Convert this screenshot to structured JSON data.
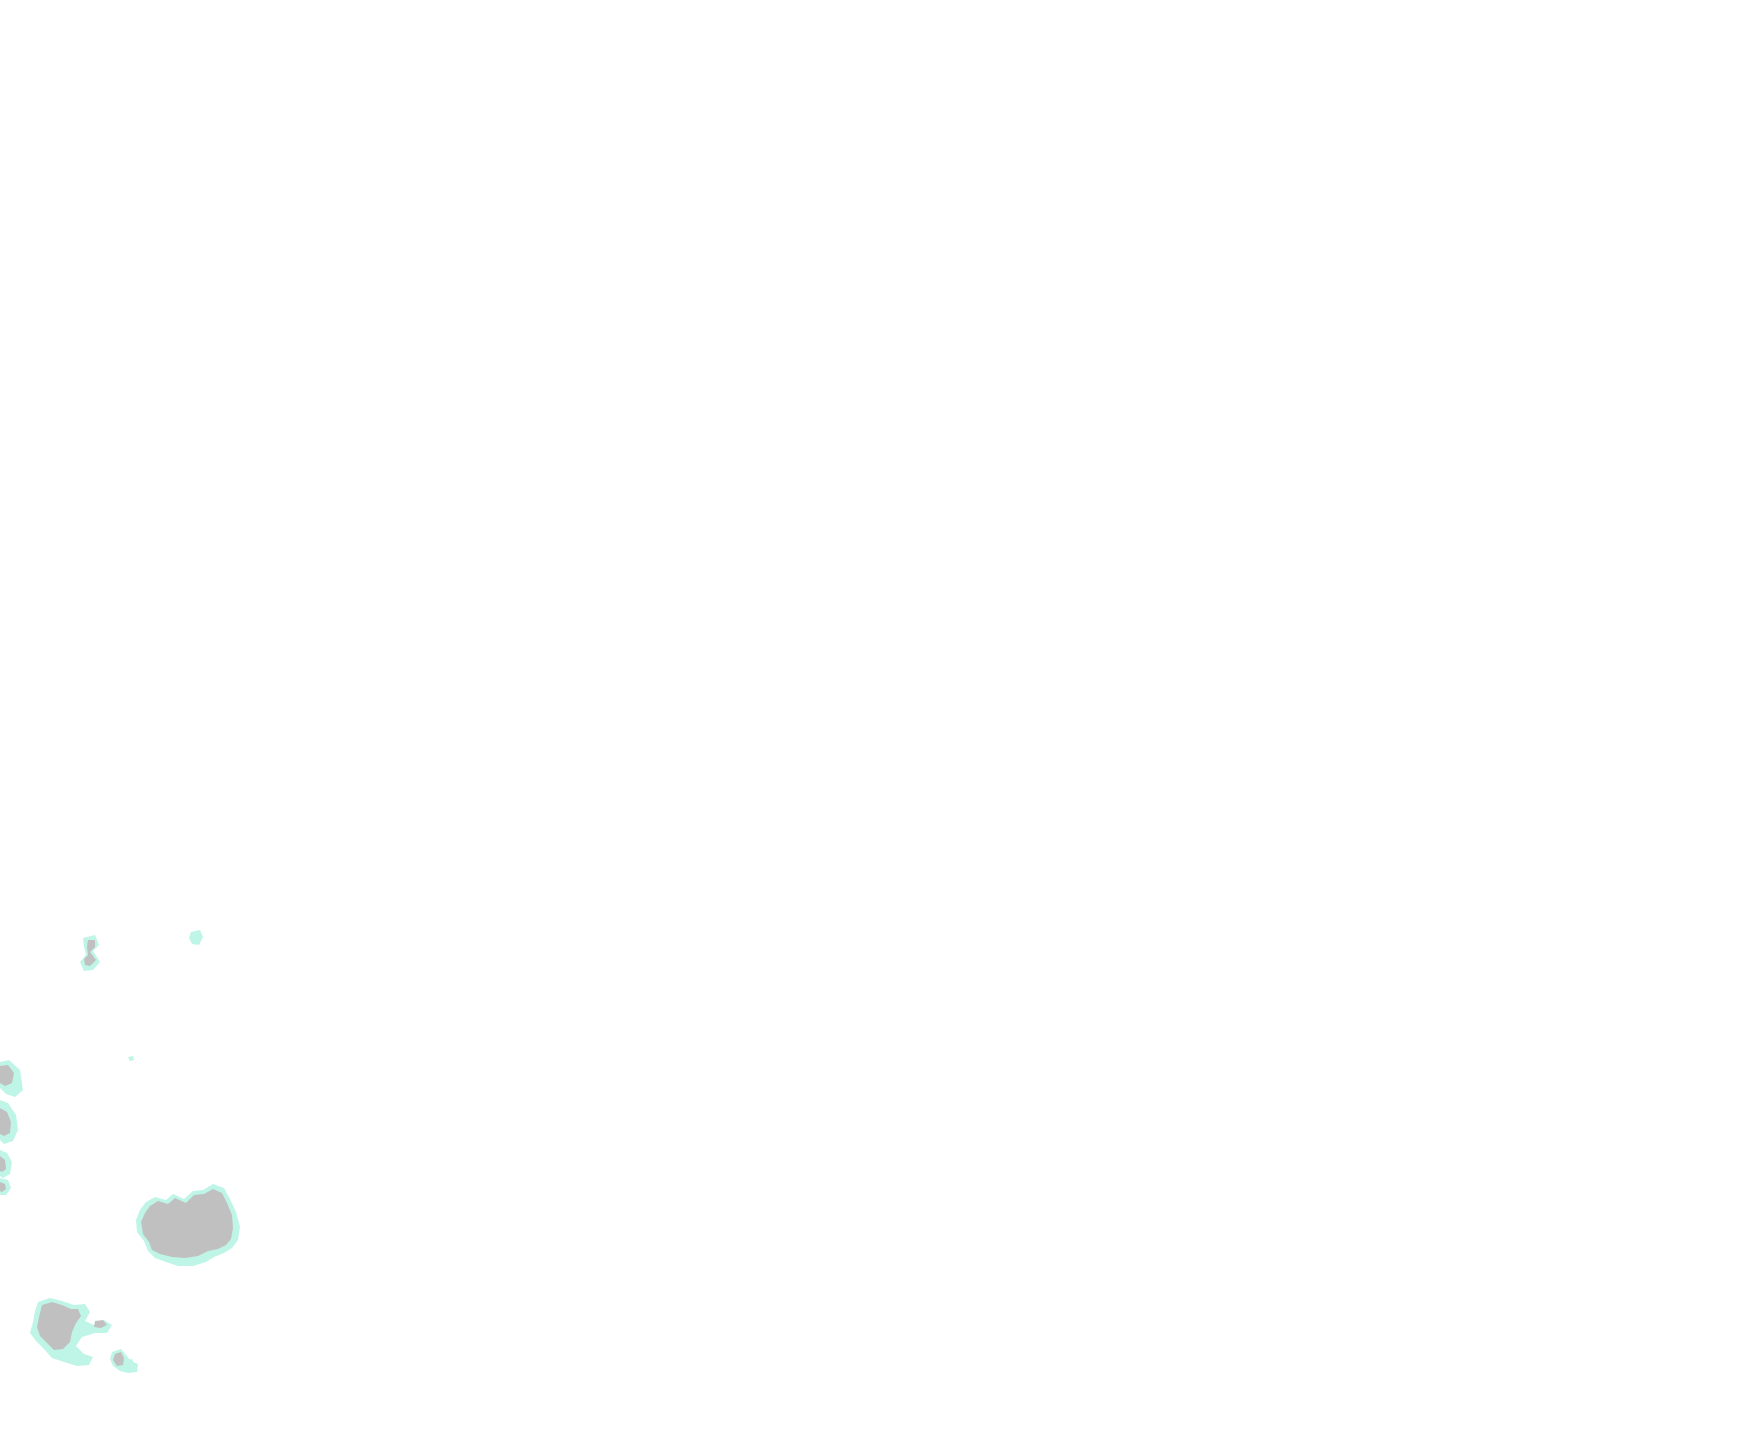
{
  "map": {
    "background_color": "#ffffff",
    "land_color": "#c0c0c0",
    "shore_halo_color": "#bff5e6",
    "features": [
      {
        "id": "islet-north"
      },
      {
        "id": "speck-northeast"
      },
      {
        "id": "speck-center"
      },
      {
        "id": "coast-fragment-1"
      },
      {
        "id": "coast-fragment-2"
      },
      {
        "id": "coast-fragment-3"
      },
      {
        "id": "coast-fragment-4"
      },
      {
        "id": "large-island"
      },
      {
        "id": "island-group-south"
      },
      {
        "id": "islet-south-small"
      },
      {
        "id": "islet-south-tiny"
      }
    ]
  }
}
